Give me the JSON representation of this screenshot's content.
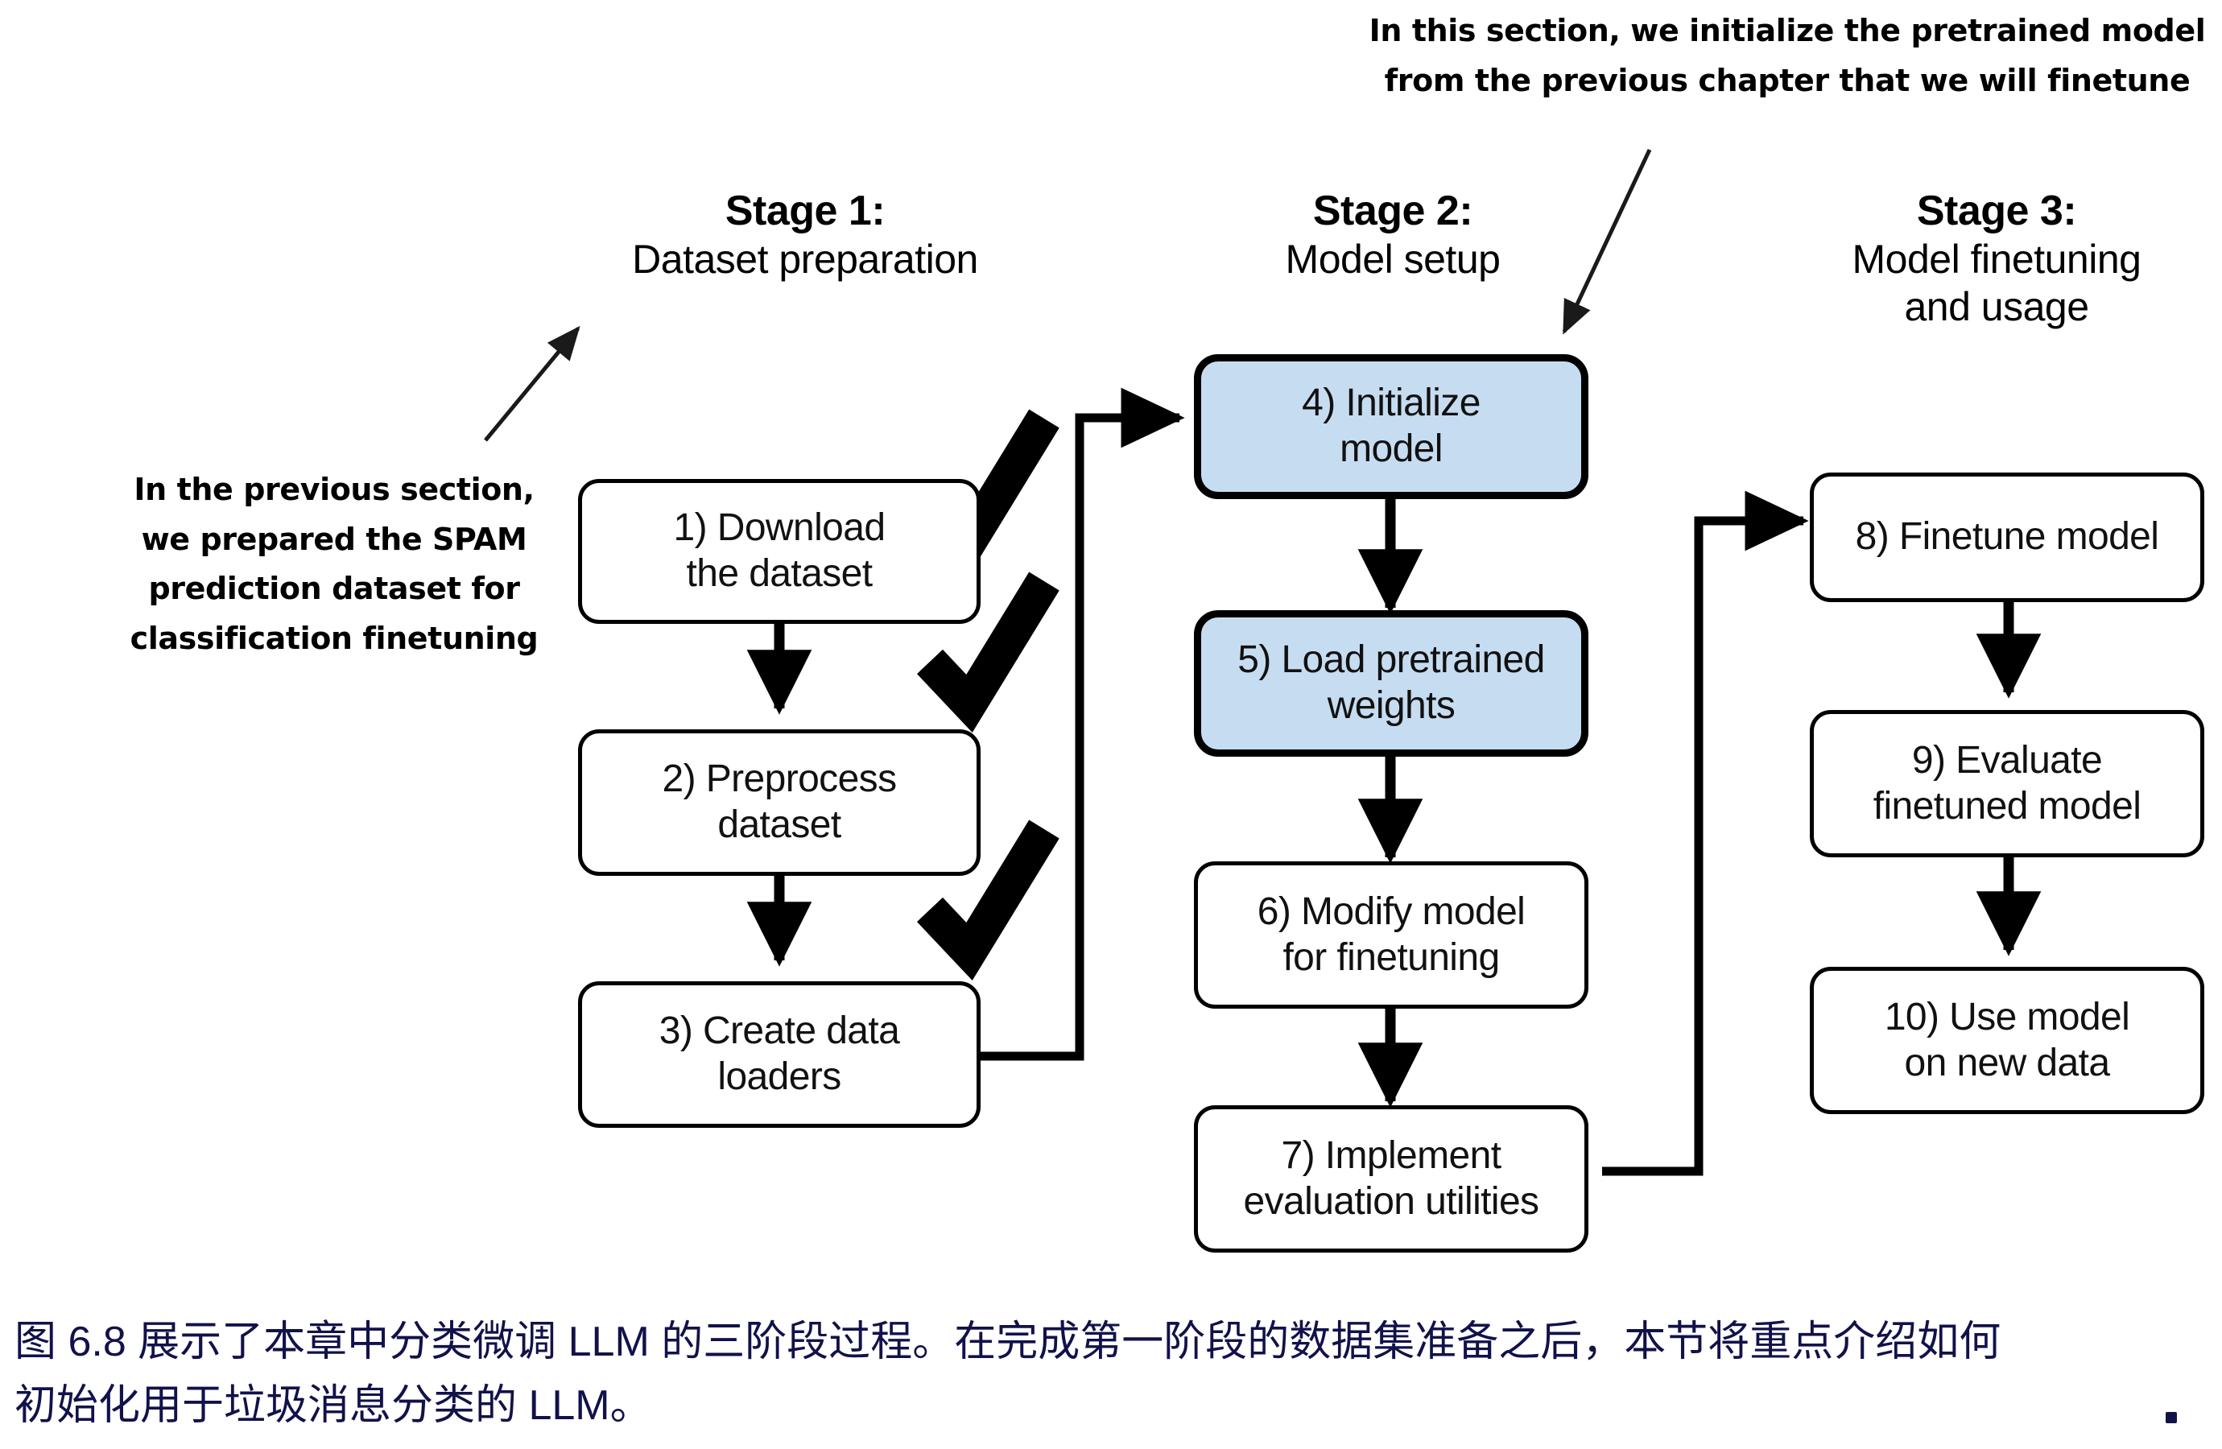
{
  "figure": {
    "stages": [
      {
        "id": "stage-1",
        "title": "Stage 1:",
        "subtitle": "Dataset preparation",
        "steps": [
          {
            "n": "1)",
            "line1": "1) Download",
            "line2": "the dataset",
            "highlight": false,
            "checked": true
          },
          {
            "n": "2)",
            "line1": "2) Preprocess",
            "line2": "dataset",
            "highlight": false,
            "checked": true
          },
          {
            "n": "3)",
            "line1": "3) Create data",
            "line2": "loaders",
            "highlight": false,
            "checked": true
          }
        ]
      },
      {
        "id": "stage-2",
        "title": "Stage 2:",
        "subtitle": "Model setup",
        "steps": [
          {
            "n": "4)",
            "line1": "4) Initialize",
            "line2": "model",
            "highlight": true,
            "checked": false
          },
          {
            "n": "5)",
            "line1": "5) Load pretrained",
            "line2": "weights",
            "highlight": true,
            "checked": false
          },
          {
            "n": "6)",
            "line1": "6) Modify model",
            "line2": "for finetuning",
            "highlight": false,
            "checked": false
          },
          {
            "n": "7)",
            "line1": "7) Implement",
            "line2": "evaluation utilities",
            "highlight": false,
            "checked": false
          }
        ]
      },
      {
        "id": "stage-3",
        "title": "Stage 3:",
        "subtitle_line1": "Model finetuning",
        "subtitle_line2": "and usage",
        "steps": [
          {
            "n": "8)",
            "line1": "8) Finetune model",
            "line2": "",
            "highlight": false,
            "checked": false
          },
          {
            "n": "9)",
            "line1": "9) Evaluate",
            "line2": "finetuned model",
            "highlight": false,
            "checked": false
          },
          {
            "n": "10)",
            "line1": "10) Use model",
            "line2": "on new data",
            "highlight": false,
            "checked": false
          }
        ]
      }
    ],
    "annotations": {
      "top_right": {
        "line1": "In this section, we initialize the pretrained model",
        "line2": "from the previous chapter that we will finetune"
      },
      "left": {
        "line1": "In the previous section,",
        "line2": "we prepared the SPAM",
        "line3": "prediction dataset for",
        "line4": "classification finetuning"
      }
    },
    "caption": {
      "line1": "图 6.8 展示了本章中分类微调 LLM 的三阶段过程。在完成第一阶段的数据集准备之后，本节将重点介绍如何",
      "line2": "初始化用于垃圾消息分类的 LLM。"
    },
    "colors": {
      "highlight_fill": "#c6dcf1",
      "stroke": "#000000",
      "caption_text": "#11124a",
      "background": "#ffffff"
    }
  }
}
